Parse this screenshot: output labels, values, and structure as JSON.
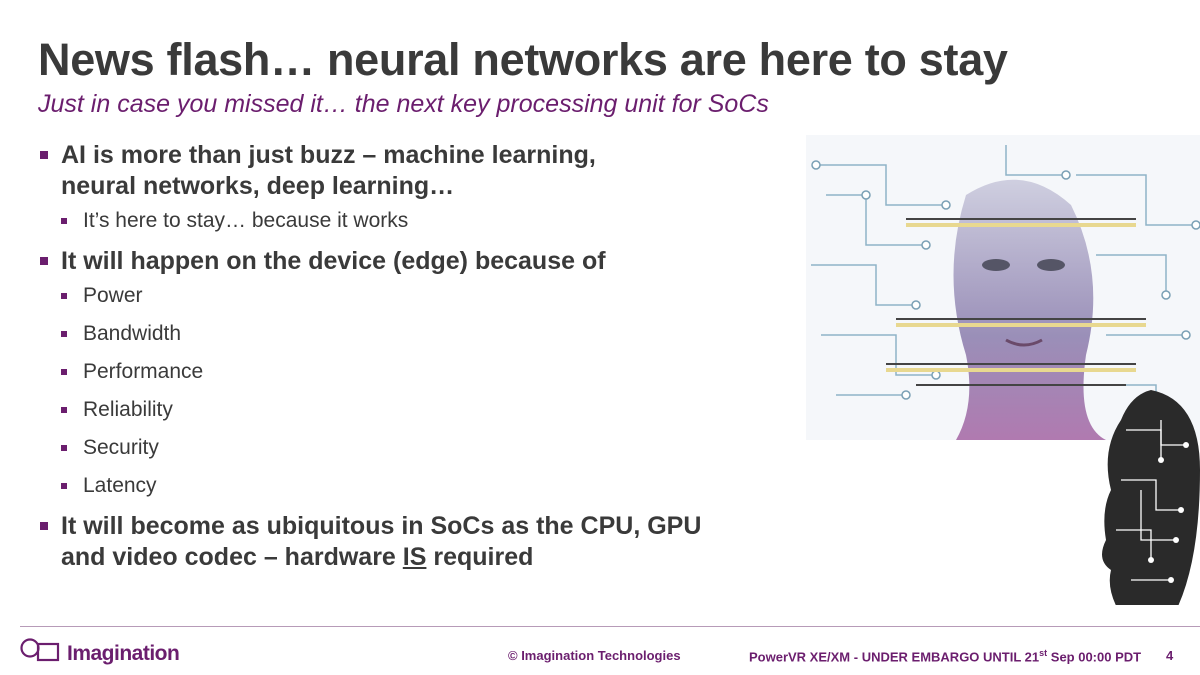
{
  "slide": {
    "title": "News flash… neural networks are here to stay",
    "subtitle": "Just in case you missed it… the next key processing unit for SoCs"
  },
  "bullets": {
    "b1_line1": "AI is more than just buzz – machine learning,",
    "b1_line2": "neural networks, deep learning…",
    "b1_sub": "It’s here to stay… because it works",
    "b2": "It will happen on the device (edge) because of",
    "reasons": [
      "Power",
      "Bandwidth",
      "Performance",
      "Reliability",
      "Security",
      "Latency"
    ],
    "b3_line1": "It will become as ubiquitous in SoCs as the CPU, GPU",
    "b3_line2_pre": "and video codec – hardware ",
    "b3_line2_em": "IS",
    "b3_line2_post": " required"
  },
  "footer": {
    "logo_text": "Imagination",
    "copyright": "© Imagination Technologies",
    "embargo_pre": "PowerVR XE/XM - UNDER EMBARGO UNTIL 21",
    "embargo_sup": "st",
    "embargo_post": " Sep 00:00 PDT",
    "page_number": "4"
  },
  "colors": {
    "accent": "#6b1e6e",
    "title": "#3a3a3a"
  }
}
